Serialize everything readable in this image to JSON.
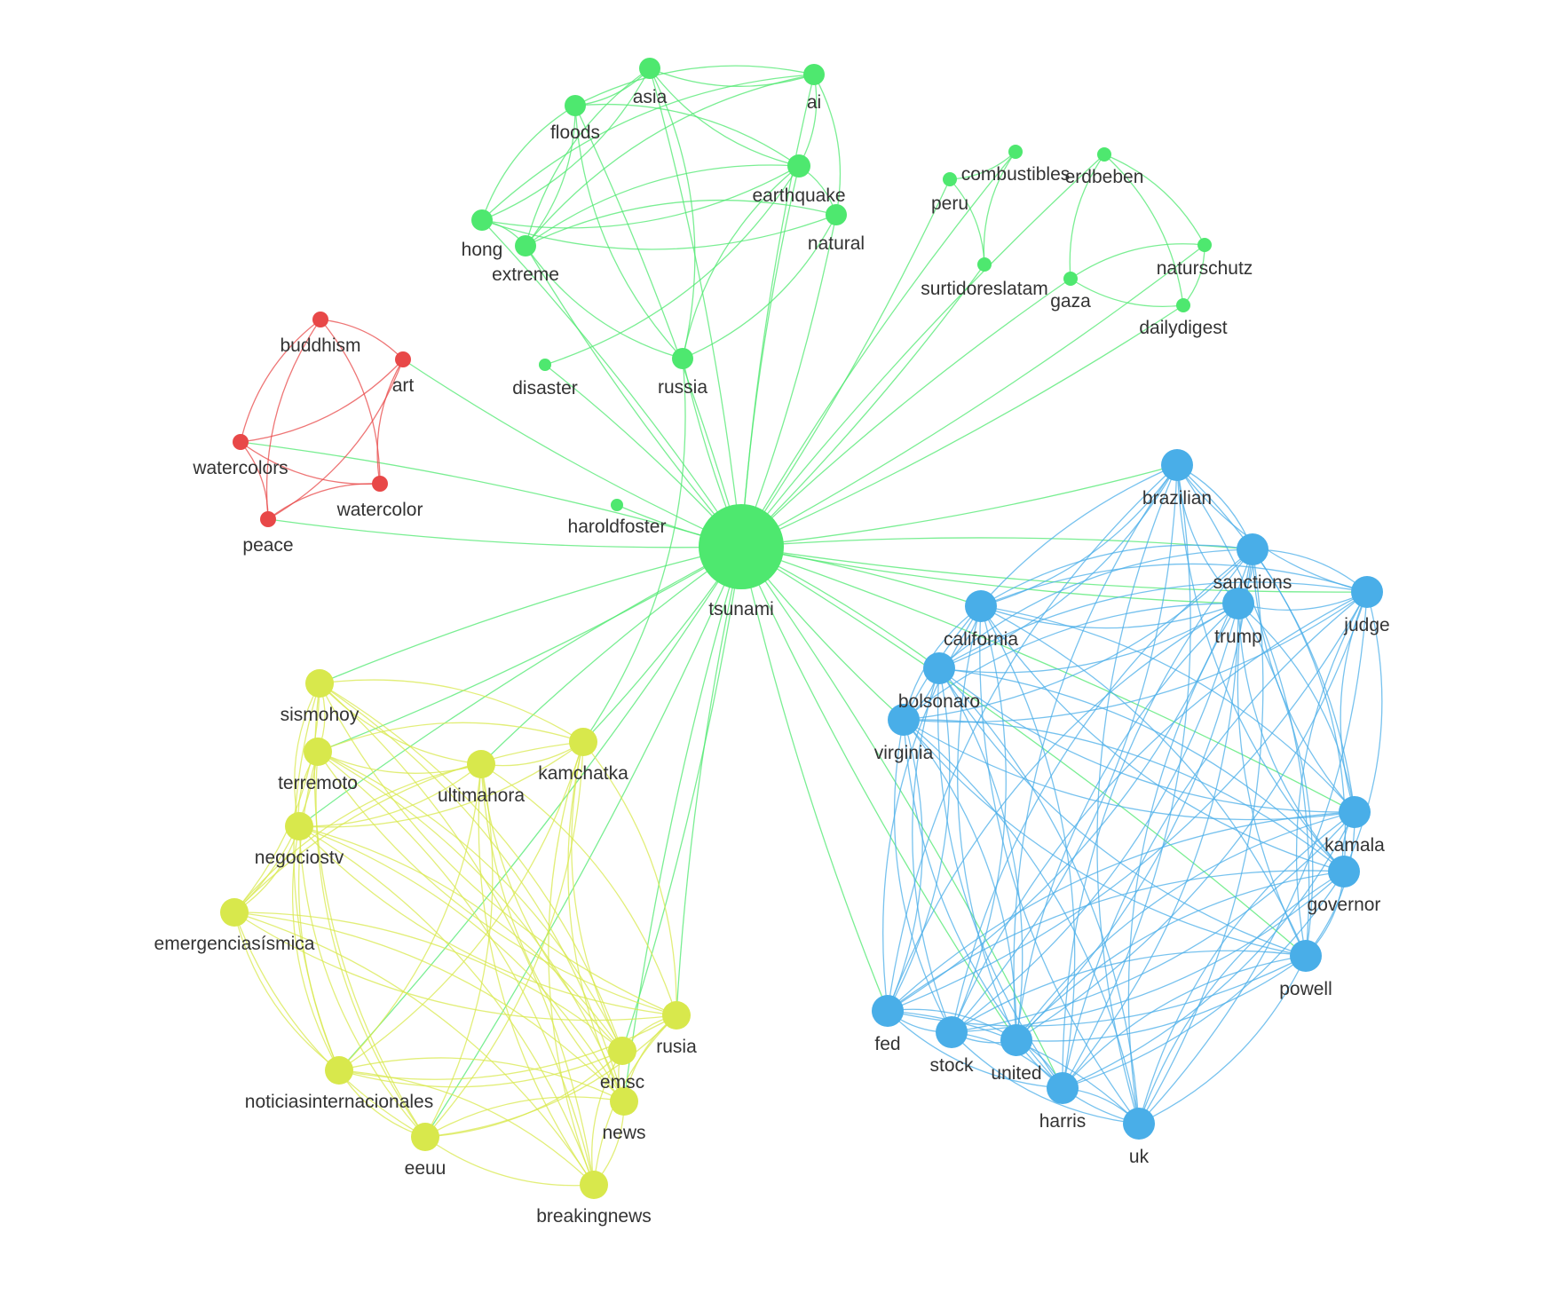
{
  "clusters": {
    "green": "#4ee86f",
    "red": "#e84848",
    "yellow": "#d8e84c",
    "blue": "#49aee8"
  },
  "nodes": [
    {
      "id": "tsunami",
      "label": "tsunami",
      "cluster": "green",
      "weight": 10
    },
    {
      "id": "asia",
      "label": "asia",
      "cluster": "green",
      "weight": 2
    },
    {
      "id": "ai",
      "label": "ai",
      "cluster": "green",
      "weight": 2
    },
    {
      "id": "floods",
      "label": "floods",
      "cluster": "green",
      "weight": 2
    },
    {
      "id": "earthquake",
      "label": "earthquake",
      "cluster": "green",
      "weight": 2
    },
    {
      "id": "hong",
      "label": "hong",
      "cluster": "green",
      "weight": 2
    },
    {
      "id": "extreme",
      "label": "extreme",
      "cluster": "green",
      "weight": 2
    },
    {
      "id": "natural",
      "label": "natural",
      "cluster": "green",
      "weight": 2
    },
    {
      "id": "russia",
      "label": "russia",
      "cluster": "green",
      "weight": 2
    },
    {
      "id": "disaster",
      "label": "disaster",
      "cluster": "green",
      "weight": 1
    },
    {
      "id": "haroldfoster",
      "label": "haroldfoster",
      "cluster": "green",
      "weight": 1
    },
    {
      "id": "peru",
      "label": "peru",
      "cluster": "green",
      "weight": 1
    },
    {
      "id": "combustibles",
      "label": "combustibles",
      "cluster": "green",
      "weight": 1
    },
    {
      "id": "erdbeben",
      "label": "erdbeben",
      "cluster": "green",
      "weight": 1
    },
    {
      "id": "surtidoreslatam",
      "label": "surtidoreslatam",
      "cluster": "green",
      "weight": 1
    },
    {
      "id": "naturschutz",
      "label": "naturschutz",
      "cluster": "green",
      "weight": 1
    },
    {
      "id": "gaza",
      "label": "gaza",
      "cluster": "green",
      "weight": 1
    },
    {
      "id": "dailydigest",
      "label": "dailydigest",
      "cluster": "green",
      "weight": 1
    },
    {
      "id": "buddhism",
      "label": "buddhism",
      "cluster": "red",
      "weight": 1.5
    },
    {
      "id": "art",
      "label": "art",
      "cluster": "red",
      "weight": 1.5
    },
    {
      "id": "watercolors",
      "label": "watercolors",
      "cluster": "red",
      "weight": 1.5
    },
    {
      "id": "watercolor",
      "label": "watercolor",
      "cluster": "red",
      "weight": 1.5
    },
    {
      "id": "peace",
      "label": "peace",
      "cluster": "red",
      "weight": 1.5
    },
    {
      "id": "sismohoy",
      "label": "sismohoy",
      "cluster": "yellow",
      "weight": 2.5
    },
    {
      "id": "terremoto",
      "label": "terremoto",
      "cluster": "yellow",
      "weight": 2.5
    },
    {
      "id": "ultimahora",
      "label": "ultimahora",
      "cluster": "yellow",
      "weight": 2.5
    },
    {
      "id": "kamchatka",
      "label": "kamchatka",
      "cluster": "yellow",
      "weight": 2.5
    },
    {
      "id": "negociostv",
      "label": "negociostv",
      "cluster": "yellow",
      "weight": 2.5
    },
    {
      "id": "emergenciasismica",
      "label": "emergenciasísmica",
      "cluster": "yellow",
      "weight": 2.5
    },
    {
      "id": "rusia",
      "label": "rusia",
      "cluster": "yellow",
      "weight": 2.5
    },
    {
      "id": "emsc",
      "label": "emsc",
      "cluster": "yellow",
      "weight": 2.5
    },
    {
      "id": "noticiasinternacionales",
      "label": "noticiasinternacionales",
      "cluster": "yellow",
      "weight": 2.5
    },
    {
      "id": "news",
      "label": "news",
      "cluster": "yellow",
      "weight": 2.5
    },
    {
      "id": "eeuu",
      "label": "eeuu",
      "cluster": "yellow",
      "weight": 2.5
    },
    {
      "id": "breakingnews",
      "label": "breakingnews",
      "cluster": "yellow",
      "weight": 2.5
    },
    {
      "id": "brazilian",
      "label": "brazilian",
      "cluster": "blue",
      "weight": 3
    },
    {
      "id": "sanctions",
      "label": "sanctions",
      "cluster": "blue",
      "weight": 3
    },
    {
      "id": "judge",
      "label": "judge",
      "cluster": "blue",
      "weight": 3
    },
    {
      "id": "california",
      "label": "california",
      "cluster": "blue",
      "weight": 3
    },
    {
      "id": "trump",
      "label": "trump",
      "cluster": "blue",
      "weight": 3
    },
    {
      "id": "bolsonaro",
      "label": "bolsonaro",
      "cluster": "blue",
      "weight": 3
    },
    {
      "id": "virginia",
      "label": "virginia",
      "cluster": "blue",
      "weight": 3
    },
    {
      "id": "kamala",
      "label": "kamala",
      "cluster": "blue",
      "weight": 3
    },
    {
      "id": "governor",
      "label": "governor",
      "cluster": "blue",
      "weight": 3
    },
    {
      "id": "powell",
      "label": "powell",
      "cluster": "blue",
      "weight": 3
    },
    {
      "id": "fed",
      "label": "fed",
      "cluster": "blue",
      "weight": 3
    },
    {
      "id": "stock",
      "label": "stock",
      "cluster": "blue",
      "weight": 3
    },
    {
      "id": "united",
      "label": "united",
      "cluster": "blue",
      "weight": 3
    },
    {
      "id": "harris",
      "label": "harris",
      "cluster": "blue",
      "weight": 3
    },
    {
      "id": "uk",
      "label": "uk",
      "cluster": "blue",
      "weight": 3
    }
  ],
  "edges": [
    [
      "tsunami",
      "asia"
    ],
    [
      "tsunami",
      "ai"
    ],
    [
      "tsunami",
      "floods"
    ],
    [
      "tsunami",
      "earthquake"
    ],
    [
      "tsunami",
      "hong"
    ],
    [
      "tsunami",
      "extreme"
    ],
    [
      "tsunami",
      "natural"
    ],
    [
      "tsunami",
      "russia"
    ],
    [
      "tsunami",
      "disaster"
    ],
    [
      "tsunami",
      "haroldfoster"
    ],
    [
      "tsunami",
      "peru"
    ],
    [
      "tsunami",
      "combustibles"
    ],
    [
      "tsunami",
      "surtidoreslatam"
    ],
    [
      "tsunami",
      "erdbeben"
    ],
    [
      "tsunami",
      "naturschutz"
    ],
    [
      "tsunami",
      "gaza"
    ],
    [
      "tsunami",
      "dailydigest"
    ],
    [
      "tsunami",
      "art"
    ],
    [
      "tsunami",
      "watercolors"
    ],
    [
      "tsunami",
      "peace"
    ],
    [
      "tsunami",
      "sismohoy"
    ],
    [
      "tsunami",
      "terremoto"
    ],
    [
      "tsunami",
      "ultimahora"
    ],
    [
      "tsunami",
      "kamchatka"
    ],
    [
      "tsunami",
      "negociostv"
    ],
    [
      "tsunami",
      "emsc"
    ],
    [
      "tsunami",
      "news"
    ],
    [
      "tsunami",
      "eeuu"
    ],
    [
      "tsunami",
      "rusia"
    ],
    [
      "tsunami",
      "noticiasinternacionales"
    ],
    [
      "tsunami",
      "brazilian"
    ],
    [
      "tsunami",
      "sanctions"
    ],
    [
      "tsunami",
      "judge"
    ],
    [
      "tsunami",
      "california"
    ],
    [
      "tsunami",
      "trump"
    ],
    [
      "tsunami",
      "bolsonaro"
    ],
    [
      "tsunami",
      "virginia"
    ],
    [
      "tsunami",
      "kamala"
    ],
    [
      "tsunami",
      "fed"
    ],
    [
      "tsunami",
      "harris"
    ],
    [
      "tsunami",
      "united"
    ],
    [
      "tsunami",
      "powell"
    ],
    [
      "asia",
      "ai"
    ],
    [
      "asia",
      "floods"
    ],
    [
      "asia",
      "earthquake"
    ],
    [
      "asia",
      "hong"
    ],
    [
      "asia",
      "extreme"
    ],
    [
      "asia",
      "russia"
    ],
    [
      "ai",
      "floods"
    ],
    [
      "ai",
      "earthquake"
    ],
    [
      "ai",
      "hong"
    ],
    [
      "ai",
      "natural"
    ],
    [
      "ai",
      "extreme"
    ],
    [
      "floods",
      "earthquake"
    ],
    [
      "floods",
      "hong"
    ],
    [
      "floods",
      "extreme"
    ],
    [
      "floods",
      "russia"
    ],
    [
      "earthquake",
      "hong"
    ],
    [
      "earthquake",
      "extreme"
    ],
    [
      "earthquake",
      "natural"
    ],
    [
      "earthquake",
      "russia"
    ],
    [
      "hong",
      "extreme"
    ],
    [
      "hong",
      "natural"
    ],
    [
      "extreme",
      "natural"
    ],
    [
      "extreme",
      "russia"
    ],
    [
      "natural",
      "russia"
    ],
    [
      "disaster",
      "earthquake"
    ],
    [
      "russia",
      "kamchatka"
    ],
    [
      "peru",
      "combustibles"
    ],
    [
      "peru",
      "surtidoreslatam"
    ],
    [
      "combustibles",
      "surtidoreslatam"
    ],
    [
      "erdbeben",
      "naturschutz"
    ],
    [
      "erdbeben",
      "gaza"
    ],
    [
      "erdbeben",
      "dailydigest"
    ],
    [
      "naturschutz",
      "gaza"
    ],
    [
      "naturschutz",
      "dailydigest"
    ],
    [
      "gaza",
      "dailydigest"
    ],
    [
      "buddhism",
      "art"
    ],
    [
      "buddhism",
      "watercolors"
    ],
    [
      "buddhism",
      "watercolor"
    ],
    [
      "buddhism",
      "peace"
    ],
    [
      "art",
      "watercolors"
    ],
    [
      "art",
      "watercolor"
    ],
    [
      "art",
      "peace"
    ],
    [
      "watercolors",
      "watercolor"
    ],
    [
      "watercolors",
      "peace"
    ],
    [
      "watercolor",
      "peace"
    ],
    [
      "sismohoy",
      "terremoto"
    ],
    [
      "sismohoy",
      "ultimahora"
    ],
    [
      "sismohoy",
      "kamchatka"
    ],
    [
      "sismohoy",
      "negociostv"
    ],
    [
      "sismohoy",
      "emergenciasismica"
    ],
    [
      "sismohoy",
      "rusia"
    ],
    [
      "sismohoy",
      "emsc"
    ],
    [
      "sismohoy",
      "noticiasinternacionales"
    ],
    [
      "sismohoy",
      "news"
    ],
    [
      "sismohoy",
      "eeuu"
    ],
    [
      "sismohoy",
      "breakingnews"
    ],
    [
      "terremoto",
      "ultimahora"
    ],
    [
      "terremoto",
      "kamchatka"
    ],
    [
      "terremoto",
      "negociostv"
    ],
    [
      "terremoto",
      "emergenciasismica"
    ],
    [
      "terremoto",
      "rusia"
    ],
    [
      "terremoto",
      "emsc"
    ],
    [
      "terremoto",
      "noticiasinternacionales"
    ],
    [
      "terremoto",
      "news"
    ],
    [
      "terremoto",
      "eeuu"
    ],
    [
      "terremoto",
      "breakingnews"
    ],
    [
      "ultimahora",
      "kamchatka"
    ],
    [
      "ultimahora",
      "negociostv"
    ],
    [
      "ultimahora",
      "emergenciasismica"
    ],
    [
      "ultimahora",
      "rusia"
    ],
    [
      "ultimahora",
      "emsc"
    ],
    [
      "ultimahora",
      "noticiasinternacionales"
    ],
    [
      "ultimahora",
      "news"
    ],
    [
      "ultimahora",
      "eeuu"
    ],
    [
      "ultimahora",
      "breakingnews"
    ],
    [
      "kamchatka",
      "negociostv"
    ],
    [
      "kamchatka",
      "emergenciasismica"
    ],
    [
      "kamchatka",
      "rusia"
    ],
    [
      "kamchatka",
      "emsc"
    ],
    [
      "kamchatka",
      "noticiasinternacionales"
    ],
    [
      "kamchatka",
      "news"
    ],
    [
      "kamchatka",
      "eeuu"
    ],
    [
      "kamchatka",
      "breakingnews"
    ],
    [
      "negociostv",
      "emergenciasismica"
    ],
    [
      "negociostv",
      "rusia"
    ],
    [
      "negociostv",
      "emsc"
    ],
    [
      "negociostv",
      "noticiasinternacionales"
    ],
    [
      "negociostv",
      "news"
    ],
    [
      "negociostv",
      "eeuu"
    ],
    [
      "negociostv",
      "breakingnews"
    ],
    [
      "emergenciasismica",
      "rusia"
    ],
    [
      "emergenciasismica",
      "emsc"
    ],
    [
      "emergenciasismica",
      "noticiasinternacionales"
    ],
    [
      "emergenciasismica",
      "news"
    ],
    [
      "emergenciasismica",
      "eeuu"
    ],
    [
      "emergenciasismica",
      "breakingnews"
    ],
    [
      "rusia",
      "emsc"
    ],
    [
      "rusia",
      "noticiasinternacionales"
    ],
    [
      "rusia",
      "news"
    ],
    [
      "rusia",
      "eeuu"
    ],
    [
      "rusia",
      "breakingnews"
    ],
    [
      "emsc",
      "noticiasinternacionales"
    ],
    [
      "emsc",
      "news"
    ],
    [
      "emsc",
      "eeuu"
    ],
    [
      "emsc",
      "breakingnews"
    ],
    [
      "noticiasinternacionales",
      "news"
    ],
    [
      "noticiasinternacionales",
      "eeuu"
    ],
    [
      "noticiasinternacionales",
      "breakingnews"
    ],
    [
      "news",
      "eeuu"
    ],
    [
      "news",
      "breakingnews"
    ],
    [
      "eeuu",
      "breakingnews"
    ],
    [
      "brazilian",
      "sanctions"
    ],
    [
      "brazilian",
      "judge"
    ],
    [
      "brazilian",
      "california"
    ],
    [
      "brazilian",
      "trump"
    ],
    [
      "brazilian",
      "bolsonaro"
    ],
    [
      "brazilian",
      "virginia"
    ],
    [
      "brazilian",
      "kamala"
    ],
    [
      "brazilian",
      "governor"
    ],
    [
      "brazilian",
      "powell"
    ],
    [
      "brazilian",
      "fed"
    ],
    [
      "brazilian",
      "stock"
    ],
    [
      "brazilian",
      "united"
    ],
    [
      "brazilian",
      "harris"
    ],
    [
      "brazilian",
      "uk"
    ],
    [
      "sanctions",
      "judge"
    ],
    [
      "sanctions",
      "california"
    ],
    [
      "sanctions",
      "trump"
    ],
    [
      "sanctions",
      "bolsonaro"
    ],
    [
      "sanctions",
      "virginia"
    ],
    [
      "sanctions",
      "kamala"
    ],
    [
      "sanctions",
      "governor"
    ],
    [
      "sanctions",
      "powell"
    ],
    [
      "sanctions",
      "fed"
    ],
    [
      "sanctions",
      "stock"
    ],
    [
      "sanctions",
      "united"
    ],
    [
      "sanctions",
      "harris"
    ],
    [
      "sanctions",
      "uk"
    ],
    [
      "judge",
      "california"
    ],
    [
      "judge",
      "trump"
    ],
    [
      "judge",
      "bolsonaro"
    ],
    [
      "judge",
      "virginia"
    ],
    [
      "judge",
      "kamala"
    ],
    [
      "judge",
      "governor"
    ],
    [
      "judge",
      "powell"
    ],
    [
      "judge",
      "fed"
    ],
    [
      "judge",
      "stock"
    ],
    [
      "judge",
      "united"
    ],
    [
      "judge",
      "harris"
    ],
    [
      "judge",
      "uk"
    ],
    [
      "california",
      "trump"
    ],
    [
      "california",
      "bolsonaro"
    ],
    [
      "california",
      "virginia"
    ],
    [
      "california",
      "kamala"
    ],
    [
      "california",
      "governor"
    ],
    [
      "california",
      "powell"
    ],
    [
      "california",
      "fed"
    ],
    [
      "california",
      "stock"
    ],
    [
      "california",
      "united"
    ],
    [
      "california",
      "harris"
    ],
    [
      "california",
      "uk"
    ],
    [
      "trump",
      "bolsonaro"
    ],
    [
      "trump",
      "virginia"
    ],
    [
      "trump",
      "kamala"
    ],
    [
      "trump",
      "governor"
    ],
    [
      "trump",
      "powell"
    ],
    [
      "trump",
      "fed"
    ],
    [
      "trump",
      "stock"
    ],
    [
      "trump",
      "united"
    ],
    [
      "trump",
      "harris"
    ],
    [
      "trump",
      "uk"
    ],
    [
      "bolsonaro",
      "virginia"
    ],
    [
      "bolsonaro",
      "kamala"
    ],
    [
      "bolsonaro",
      "governor"
    ],
    [
      "bolsonaro",
      "powell"
    ],
    [
      "bolsonaro",
      "fed"
    ],
    [
      "bolsonaro",
      "stock"
    ],
    [
      "bolsonaro",
      "united"
    ],
    [
      "bolsonaro",
      "harris"
    ],
    [
      "bolsonaro",
      "uk"
    ],
    [
      "virginia",
      "kamala"
    ],
    [
      "virginia",
      "governor"
    ],
    [
      "virginia",
      "powell"
    ],
    [
      "virginia",
      "fed"
    ],
    [
      "virginia",
      "stock"
    ],
    [
      "virginia",
      "united"
    ],
    [
      "virginia",
      "harris"
    ],
    [
      "virginia",
      "uk"
    ],
    [
      "kamala",
      "governor"
    ],
    [
      "kamala",
      "powell"
    ],
    [
      "kamala",
      "fed"
    ],
    [
      "kamala",
      "stock"
    ],
    [
      "kamala",
      "united"
    ],
    [
      "kamala",
      "harris"
    ],
    [
      "kamala",
      "uk"
    ],
    [
      "governor",
      "powell"
    ],
    [
      "governor",
      "fed"
    ],
    [
      "governor",
      "stock"
    ],
    [
      "governor",
      "united"
    ],
    [
      "governor",
      "harris"
    ],
    [
      "governor",
      "uk"
    ],
    [
      "powell",
      "fed"
    ],
    [
      "powell",
      "stock"
    ],
    [
      "powell",
      "united"
    ],
    [
      "powell",
      "harris"
    ],
    [
      "powell",
      "uk"
    ],
    [
      "fed",
      "stock"
    ],
    [
      "fed",
      "united"
    ],
    [
      "fed",
      "harris"
    ],
    [
      "fed",
      "uk"
    ],
    [
      "stock",
      "united"
    ],
    [
      "stock",
      "harris"
    ],
    [
      "stock",
      "uk"
    ],
    [
      "united",
      "harris"
    ],
    [
      "united",
      "uk"
    ],
    [
      "harris",
      "uk"
    ]
  ]
}
